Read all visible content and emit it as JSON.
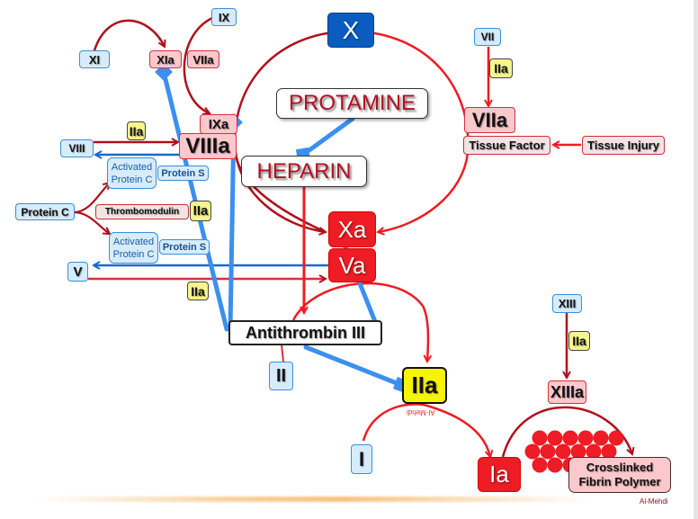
{
  "diagram": {
    "title": "Coagulation cascade with heparin / antithrombin III and protamine",
    "nodes": {
      "XI": "XI",
      "XIa": "XIa",
      "IX": "IX",
      "VIIa_left": "VIIa",
      "IXa": "IXa",
      "VIIIa": "VIIIa",
      "VIII": "VIII",
      "IIa_VIII": "IIa",
      "APC_upper_line1": "Activated",
      "APC_upper_line2": "Protein C",
      "ProteinS_upper": "Protein S",
      "ProteinC": "Protein C",
      "Thrombomodulin": "Thrombomodulin",
      "IIa_thrombomodulin": "IIa",
      "APC_lower_line1": "Activated",
      "APC_lower_line2": "Protein C",
      "ProteinS_lower": "Protein S",
      "V": "V",
      "IIa_V": "IIa",
      "X": "X",
      "PROTAMINE": "PROTAMINE",
      "HEPARIN": "HEPARIN",
      "VII": "VII",
      "IIa_VII": "IIa",
      "VIIa_right": "VIIa",
      "TissueFactor": "Tissue Factor",
      "TissueInjury": "Tissue Injury",
      "Xa": "Xa",
      "Va": "Va",
      "AntithrombinIII": "Antithrombin III",
      "II": "II",
      "IIa_thrombin": "IIa",
      "I": "I",
      "Ia": "Ia",
      "XIII": "XIII",
      "IIa_XIII": "IIa",
      "XIIIa": "XIIIa",
      "Fibrin_line1": "Crosslinked",
      "Fibrin_line2": "Fibrin Polymer"
    },
    "watermarks": {
      "mirrored": "Al-Mehdi",
      "corner": "Al-Mehdi"
    },
    "colors": {
      "activation_arrow": "#b0101c",
      "bright_arrow": "#ee1c24",
      "inhibition_line": "#3b8ff0",
      "apc_arrow": "#1a6acb",
      "factor_inactive": "#d6ecfb",
      "factor_active": "#fbc8cc",
      "thrombin": "#f6f58e",
      "fibrin_ball": "#ee1c24"
    }
  }
}
